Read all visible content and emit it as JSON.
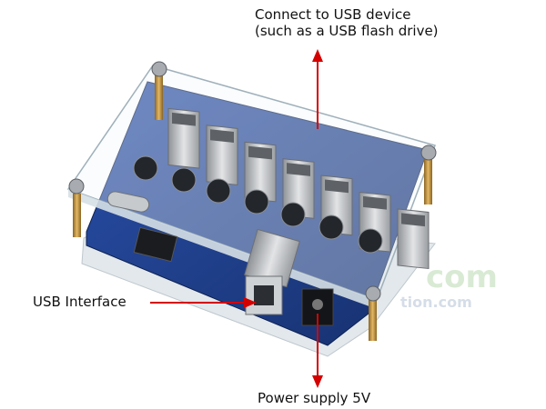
{
  "annotations": {
    "connect_line1": "Connect to USB device",
    "connect_line2": "(such as a USB flash drive)",
    "usb_interface": "USB Interface",
    "power_supply": "Power supply 5V"
  },
  "watermark": {
    "brand": "com",
    "url": "tion.com"
  },
  "colors": {
    "arrow": "#d40000",
    "pcb": "#1f3f8f",
    "acrylic": "#e8eef2",
    "usb_port": "#c9cbcd",
    "standoff": "#b8893a"
  },
  "usb_port_count": 7
}
